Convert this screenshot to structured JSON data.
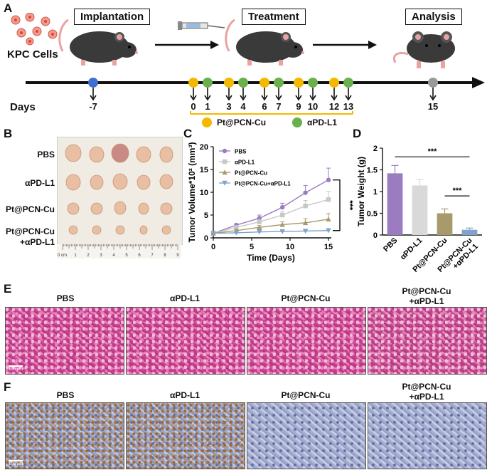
{
  "panels": {
    "a": "A",
    "b": "B",
    "c": "C",
    "d": "D",
    "e": "E",
    "f": "F"
  },
  "schedule": {
    "kpc_label": "KPC Cells",
    "implantation": "Implantation",
    "treatment": "Treatment",
    "analysis": "Analysis",
    "days_label": "Days",
    "day_implant": "-7",
    "treat_days": [
      "0",
      "1",
      "3",
      "4",
      "6",
      "7",
      "9",
      "10",
      "12",
      "13"
    ],
    "day_analysis": "15",
    "legend_pt": "Pt@PCN-Cu",
    "legend_apd": "αPD-L1",
    "color_pt": "#f5b800",
    "color_apd": "#6ab04c",
    "color_implant": "#3f6fd1",
    "color_analysis": "#9a9a9a"
  },
  "tumor_rows": [
    "PBS",
    "αPD-L1",
    "Pt@PCN-Cu",
    "Pt@PCN-Cu\n+αPD-L1"
  ],
  "ruler": {
    "unit": "0 cm",
    "ticks": [
      "1",
      "2",
      "3",
      "4",
      "5",
      "6",
      "7",
      "8",
      "9"
    ]
  },
  "chart_data": [
    {
      "type": "line",
      "xlabel": "Time (Days)",
      "ylabel": "Tumor Volume*10² (mm³)",
      "x": [
        0,
        3,
        6,
        9,
        12,
        15
      ],
      "xlim": [
        0,
        15
      ],
      "ylim": [
        0,
        20
      ],
      "xticks": [
        "0",
        "5",
        "10",
        "15"
      ],
      "yticks": [
        "0",
        "5",
        "10",
        "15",
        "20"
      ],
      "legend_position": "top-left",
      "significance": "***",
      "series": [
        {
          "name": "PBS",
          "color": "#9b7cc0",
          "marker": "circle",
          "values": [
            1.0,
            2.8,
            4.3,
            6.7,
            9.9,
            12.7
          ],
          "errors": [
            0.1,
            0.3,
            0.7,
            0.9,
            1.6,
            2.6
          ]
        },
        {
          "name": "αPD-L1",
          "color": "#c7c7c7",
          "marker": "square",
          "values": [
            1.0,
            2.3,
            3.5,
            5.0,
            7.0,
            8.4
          ],
          "errors": [
            0.1,
            0.3,
            0.5,
            0.8,
            1.2,
            1.8
          ]
        },
        {
          "name": "Pt@PCN-Cu",
          "color": "#a99a6b",
          "marker": "triangle-up",
          "values": [
            1.0,
            1.6,
            2.3,
            2.9,
            3.3,
            4.1
          ],
          "errors": [
            0.1,
            0.2,
            0.4,
            0.6,
            0.9,
            1.2
          ]
        },
        {
          "name": "Pt@PCN-Cu+αPD-L1",
          "color": "#7fa3cc",
          "marker": "triangle-down",
          "values": [
            1.0,
            1.1,
            1.3,
            1.4,
            1.5,
            1.6
          ],
          "errors": [
            0.05,
            0.1,
            0.15,
            0.2,
            0.2,
            0.3
          ]
        }
      ]
    },
    {
      "type": "bar",
      "ylabel": "Tumor Weight (g)",
      "categories": [
        "PBS",
        "αPD-L1",
        "Pt@PCN-Cu",
        "Pt@PCN-Cu\n+αPD-L1"
      ],
      "values": [
        1.42,
        1.14,
        0.5,
        0.12
      ],
      "errors": [
        0.18,
        0.14,
        0.1,
        0.04
      ],
      "colors": [
        "#9b7cc0",
        "#d9d9d9",
        "#a99a6b",
        "#7fa3cc"
      ],
      "ylim": [
        0,
        2.0
      ],
      "yticks": [
        "0",
        "0.5",
        "1",
        "1.5",
        "2"
      ],
      "significance": [
        {
          "from": "PBS",
          "to": "Pt@PCN-Cu\n+αPD-L1",
          "label": "***"
        },
        {
          "from": "Pt@PCN-Cu",
          "to": "Pt@PCN-Cu\n+αPD-L1",
          "label": "***"
        }
      ]
    }
  ],
  "histology": {
    "he_labels": [
      "PBS",
      "αPD-L1",
      "Pt@PCN-Cu",
      "Pt@PCN-Cu\n+αPD-L1"
    ],
    "ihc_labels": [
      "PBS",
      "αPD-L1",
      "Pt@PCN-Cu",
      "Pt@PCN-Cu\n+αPD-L1"
    ],
    "scale": "100 μm"
  }
}
